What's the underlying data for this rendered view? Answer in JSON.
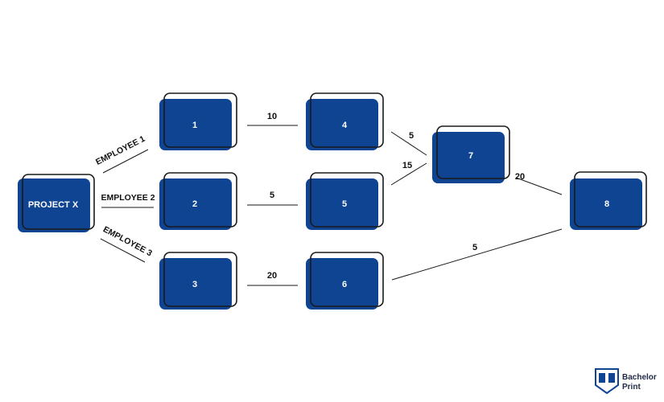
{
  "colors": {
    "node_fill": "#0f4493",
    "outline": "#1a1a1a",
    "label": "#ffffff"
  },
  "nodes": [
    {
      "id": "projectx",
      "label": "PROJECT X"
    },
    {
      "id": "n1",
      "label": "1"
    },
    {
      "id": "n2",
      "label": "2"
    },
    {
      "id": "n3",
      "label": "3"
    },
    {
      "id": "n4",
      "label": "4"
    },
    {
      "id": "n5",
      "label": "5"
    },
    {
      "id": "n6",
      "label": "6"
    },
    {
      "id": "n7",
      "label": "7"
    },
    {
      "id": "n8",
      "label": "8"
    }
  ],
  "edges": [
    {
      "from": "projectx",
      "to": "n1",
      "label": "EMPLOYEE 1"
    },
    {
      "from": "projectx",
      "to": "n2",
      "label": "EMPLOYEE 2"
    },
    {
      "from": "projectx",
      "to": "n3",
      "label": "EMPLOYEE 3"
    },
    {
      "from": "n1",
      "to": "n4",
      "label": "10"
    },
    {
      "from": "n2",
      "to": "n5",
      "label": "5"
    },
    {
      "from": "n3",
      "to": "n6",
      "label": "20"
    },
    {
      "from": "n4",
      "to": "n7",
      "label": "5"
    },
    {
      "from": "n5",
      "to": "n7",
      "label": "15"
    },
    {
      "from": "n7",
      "to": "n8",
      "label": "20"
    },
    {
      "from": "n6",
      "to": "n8",
      "label": "5"
    }
  ],
  "logo": {
    "line1": "Bachelor",
    "line2": "Print",
    "icon": "bachelorprint-shield-icon"
  }
}
